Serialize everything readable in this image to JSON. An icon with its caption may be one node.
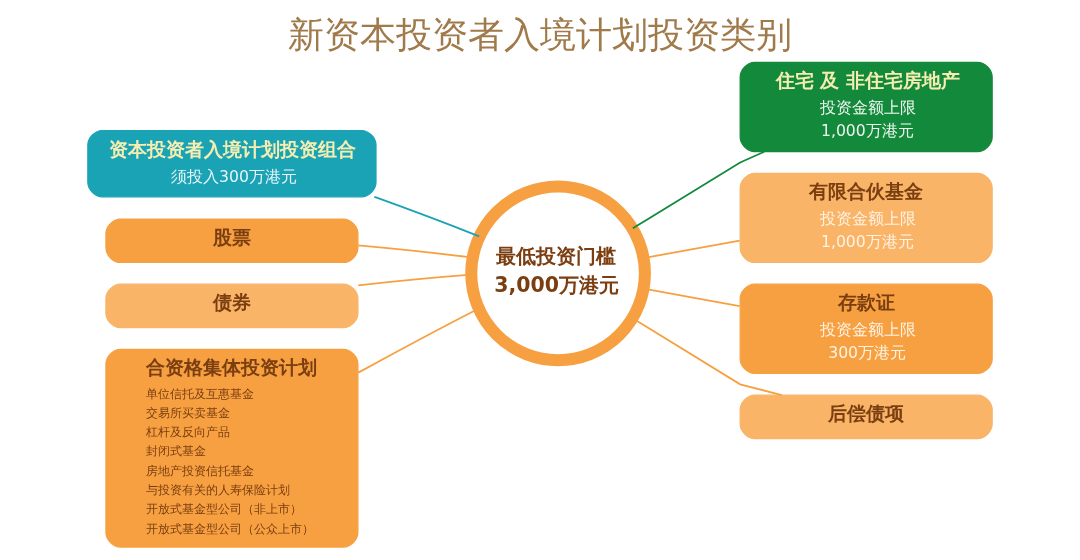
{
  "diagram": {
    "title": "新资本投资者入境计划投资类别",
    "nodes": [
      {
        "text": [
          "最低投资门槛",
          "3,000万港元"
        ]
      },
      {
        "text": [
          "资本投资者入境计划投资组合",
          "须投入300万港元"
        ]
      },
      {
        "text": [
          "股票"
        ]
      },
      {
        "text": [
          "债券"
        ]
      },
      {
        "text": [
          "合资格集体投资计划",
          "单位信托及互惠基金",
          "交易所买卖基金",
          "杠杆及反向产品",
          "封闭式基金",
          "房地产投资信托基金",
          "与投资有关的人寿保险计划",
          "开放式基金型公司（非上市）",
          "开放式基金型公司（公众上市）"
        ]
      },
      {
        "text": [
          "住宅 及 非住宅房地产",
          "投资金额上限",
          "1,000万港元"
        ]
      },
      {
        "text": [
          "有限合伙基金",
          "投资金额上限",
          "1,000万港元"
        ]
      },
      {
        "text": [
          "存款证",
          "投资金额上限",
          "300万港元"
        ]
      },
      {
        "text": [
          "后偿债项"
        ]
      }
    ],
    "edges": [
      {
        "from": 0,
        "to": 1,
        "arrow": "none",
        "color": "#1aa3b5"
      },
      {
        "from": 0,
        "to": 2,
        "arrow": "none"
      },
      {
        "from": 0,
        "to": 3,
        "arrow": "none"
      },
      {
        "from": 0,
        "to": 4,
        "arrow": "none"
      },
      {
        "from": 0,
        "to": 5,
        "arrow": "none",
        "color": "#13893c"
      },
      {
        "from": 0,
        "to": 6,
        "arrow": "none"
      },
      {
        "from": 0,
        "to": 7,
        "arrow": "none"
      },
      {
        "from": 0,
        "to": 8,
        "arrow": "none"
      }
    ]
  }
}
